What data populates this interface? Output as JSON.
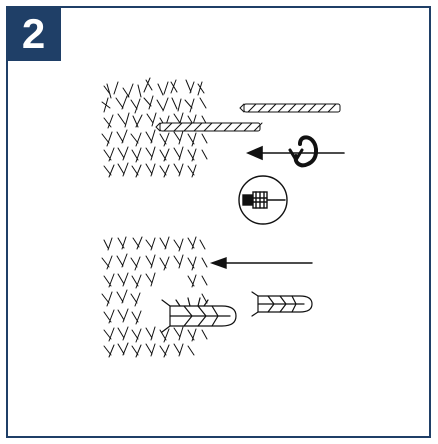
{
  "step": {
    "number": "2"
  },
  "colors": {
    "frame": "#1f3f67",
    "badge_text": "#ffffff",
    "ink": "#111111"
  },
  "icons": [
    "drill-bit",
    "rotation-arrow",
    "hammer-mode-icon",
    "wall-plug",
    "insert-arrow"
  ]
}
